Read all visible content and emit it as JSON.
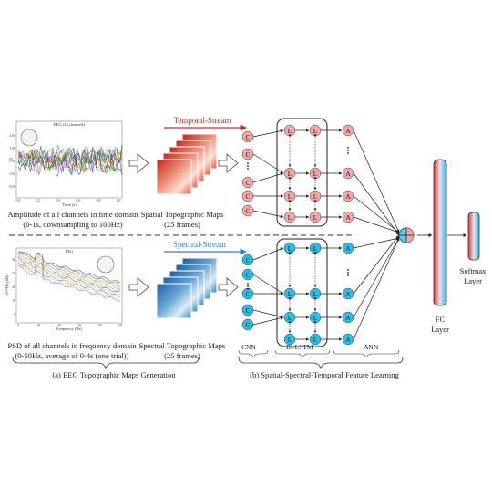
{
  "top_row": {
    "plot_title": "EEG (24 channels)",
    "plot_xlabel": "Time (s)",
    "plot_ytick": "fT",
    "plot_xticks": [
      "0.0",
      "0.2",
      "0.4",
      "0.6",
      "0.8",
      "1.0"
    ],
    "plot_yticks": [
      "2.00",
      "1.00",
      "0.00",
      "-1.00",
      "-2.00"
    ],
    "caption_line1": "Amplitude of all channels in time domain",
    "caption_line2": "(0-1s, downsampling to 100Hz)",
    "maps_line1": "Spatial Topographic Maps",
    "maps_line2": "(25 frames)",
    "stream_label": "Temporal-Stream",
    "stream_color": "#d9261c"
  },
  "bottom_row": {
    "plot_title": "EEG",
    "plot_xlabel": "Frequency (Hz)",
    "plot_ylabel": "μV²/Hz (dB)",
    "plot_xticks": [
      "0",
      "10",
      "20",
      "30",
      "40",
      "50"
    ],
    "plot_yticks": [
      "40",
      "30",
      "20",
      "10",
      "0"
    ],
    "caption_line1": "PSD of all channels in frequency domain",
    "caption_line2": "(0-50Hz, average of 0-4s (one trial))",
    "maps_line1": "Spectral Topographic Maps",
    "maps_line2": "(25 frames)",
    "stream_label": "Spectral-Stream",
    "stream_color": "#2f7fd6"
  },
  "nodes": {
    "cnn": "C",
    "lstm": "L",
    "ann": "A"
  },
  "section_labels": {
    "cnn": "CNN",
    "bilstm": "Bi-LSTM",
    "ann": "ANN"
  },
  "fc_label_line1": "FC",
  "fc_label_line2": "Layer",
  "softmax_line1": "Softmax",
  "softmax_line2": "Layer",
  "caption_a": "(a) EEG Topographic Maps Generation",
  "caption_b": "(b) Spatial-Spectral-Temporal Feature Learning",
  "colors": {
    "red_node": "#f2a7a7",
    "blue_node": "#2bbde6",
    "bar_top": "#d9363f",
    "bar_mid": "#d8dfe8",
    "bar_bottom": "#2bb7e6"
  }
}
